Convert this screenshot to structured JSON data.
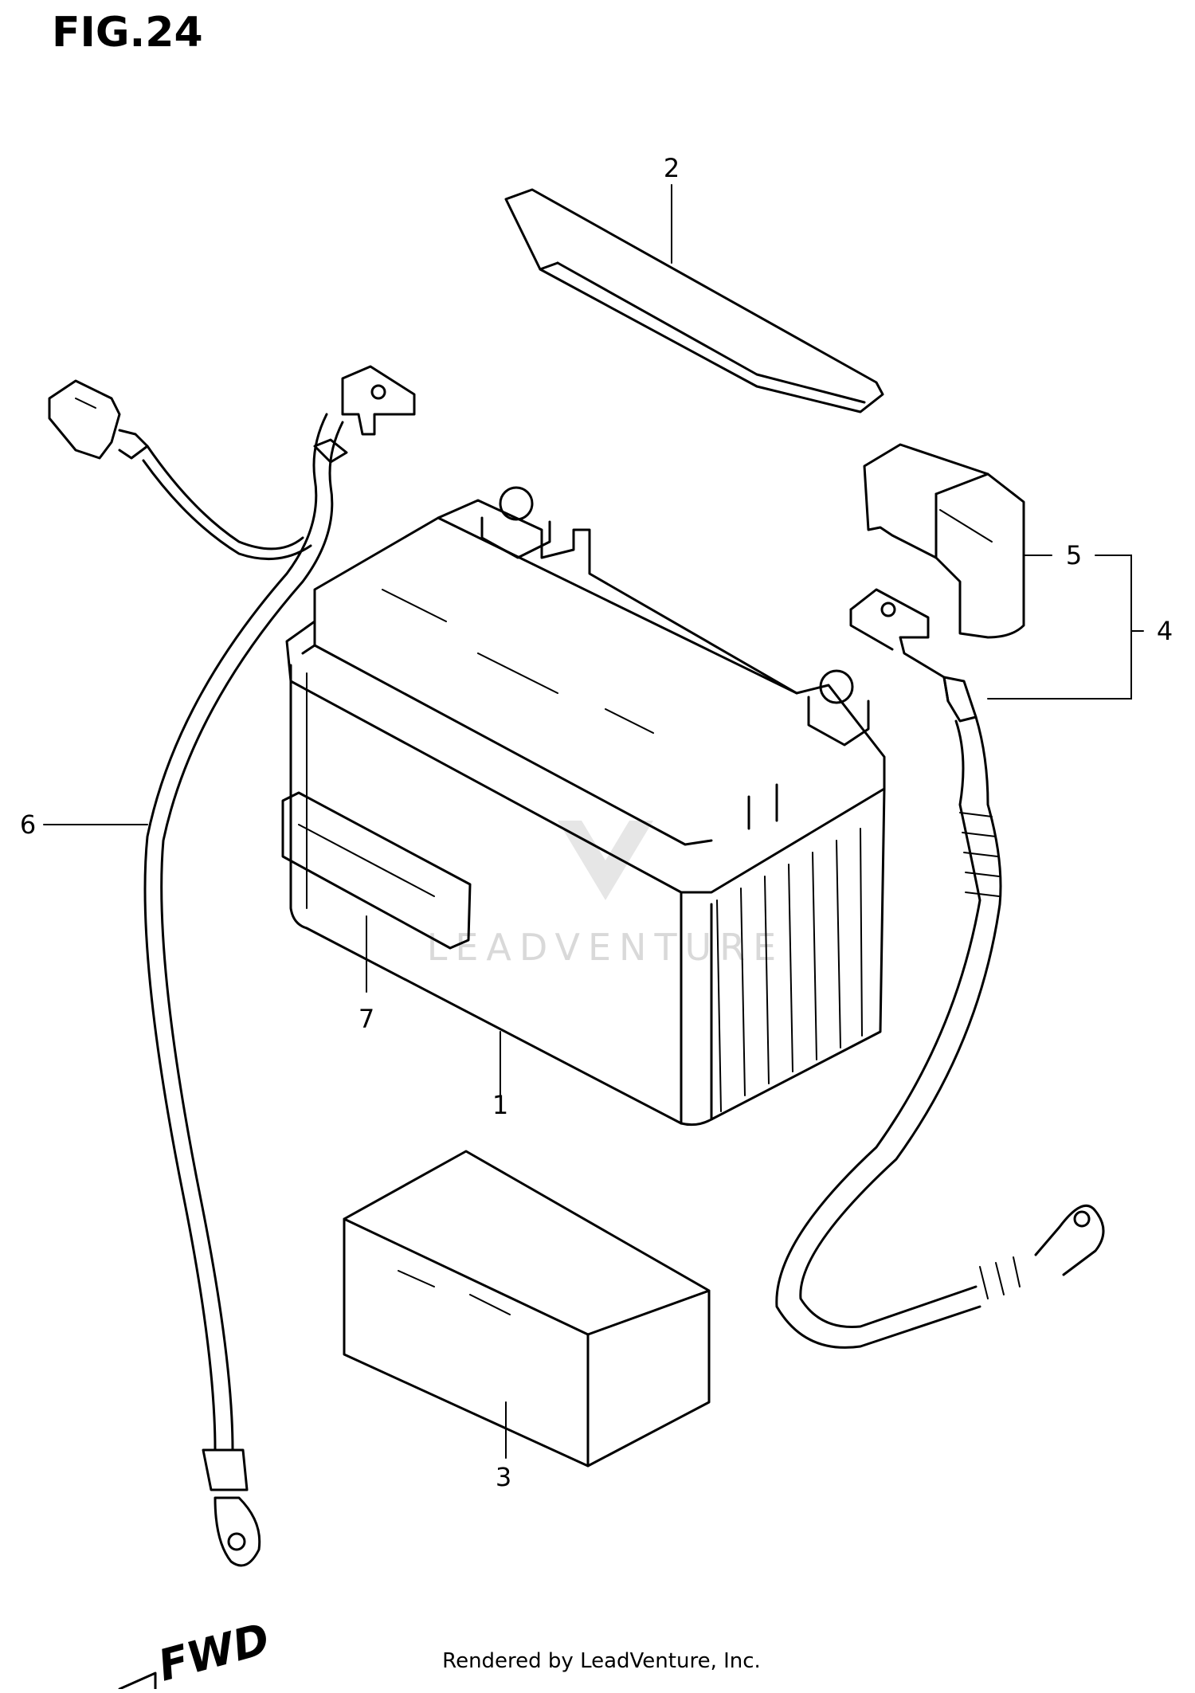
{
  "figure": {
    "title": "FIG.24"
  },
  "callouts": {
    "c1": "1",
    "c2": "2",
    "c3": "3",
    "c4": "4",
    "c5": "5",
    "c6": "6",
    "c7": "7"
  },
  "direction": {
    "label": "FWD"
  },
  "footer": {
    "credit": "Rendered by LeadVenture, Inc."
  },
  "watermark": {
    "text": "LEADVENTURE"
  }
}
